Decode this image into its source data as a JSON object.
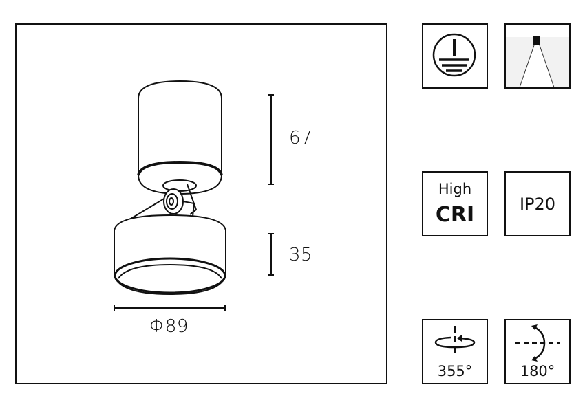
{
  "drawing": {
    "dimensions": {
      "upper_height": "67",
      "lower_height": "35",
      "diameter": "Φ89"
    }
  },
  "icons": {
    "grounding": {
      "icon": "protective-earth-icon"
    },
    "beam": {
      "icon": "light-beam-icon"
    },
    "cri": {
      "line1": "High",
      "line2": "CRI"
    },
    "ip": {
      "label": "IP20"
    },
    "rotation": {
      "icon": "rotate-horizontal-icon",
      "label": "355°"
    },
    "tilt": {
      "icon": "tilt-vertical-icon",
      "label": "180°"
    }
  }
}
